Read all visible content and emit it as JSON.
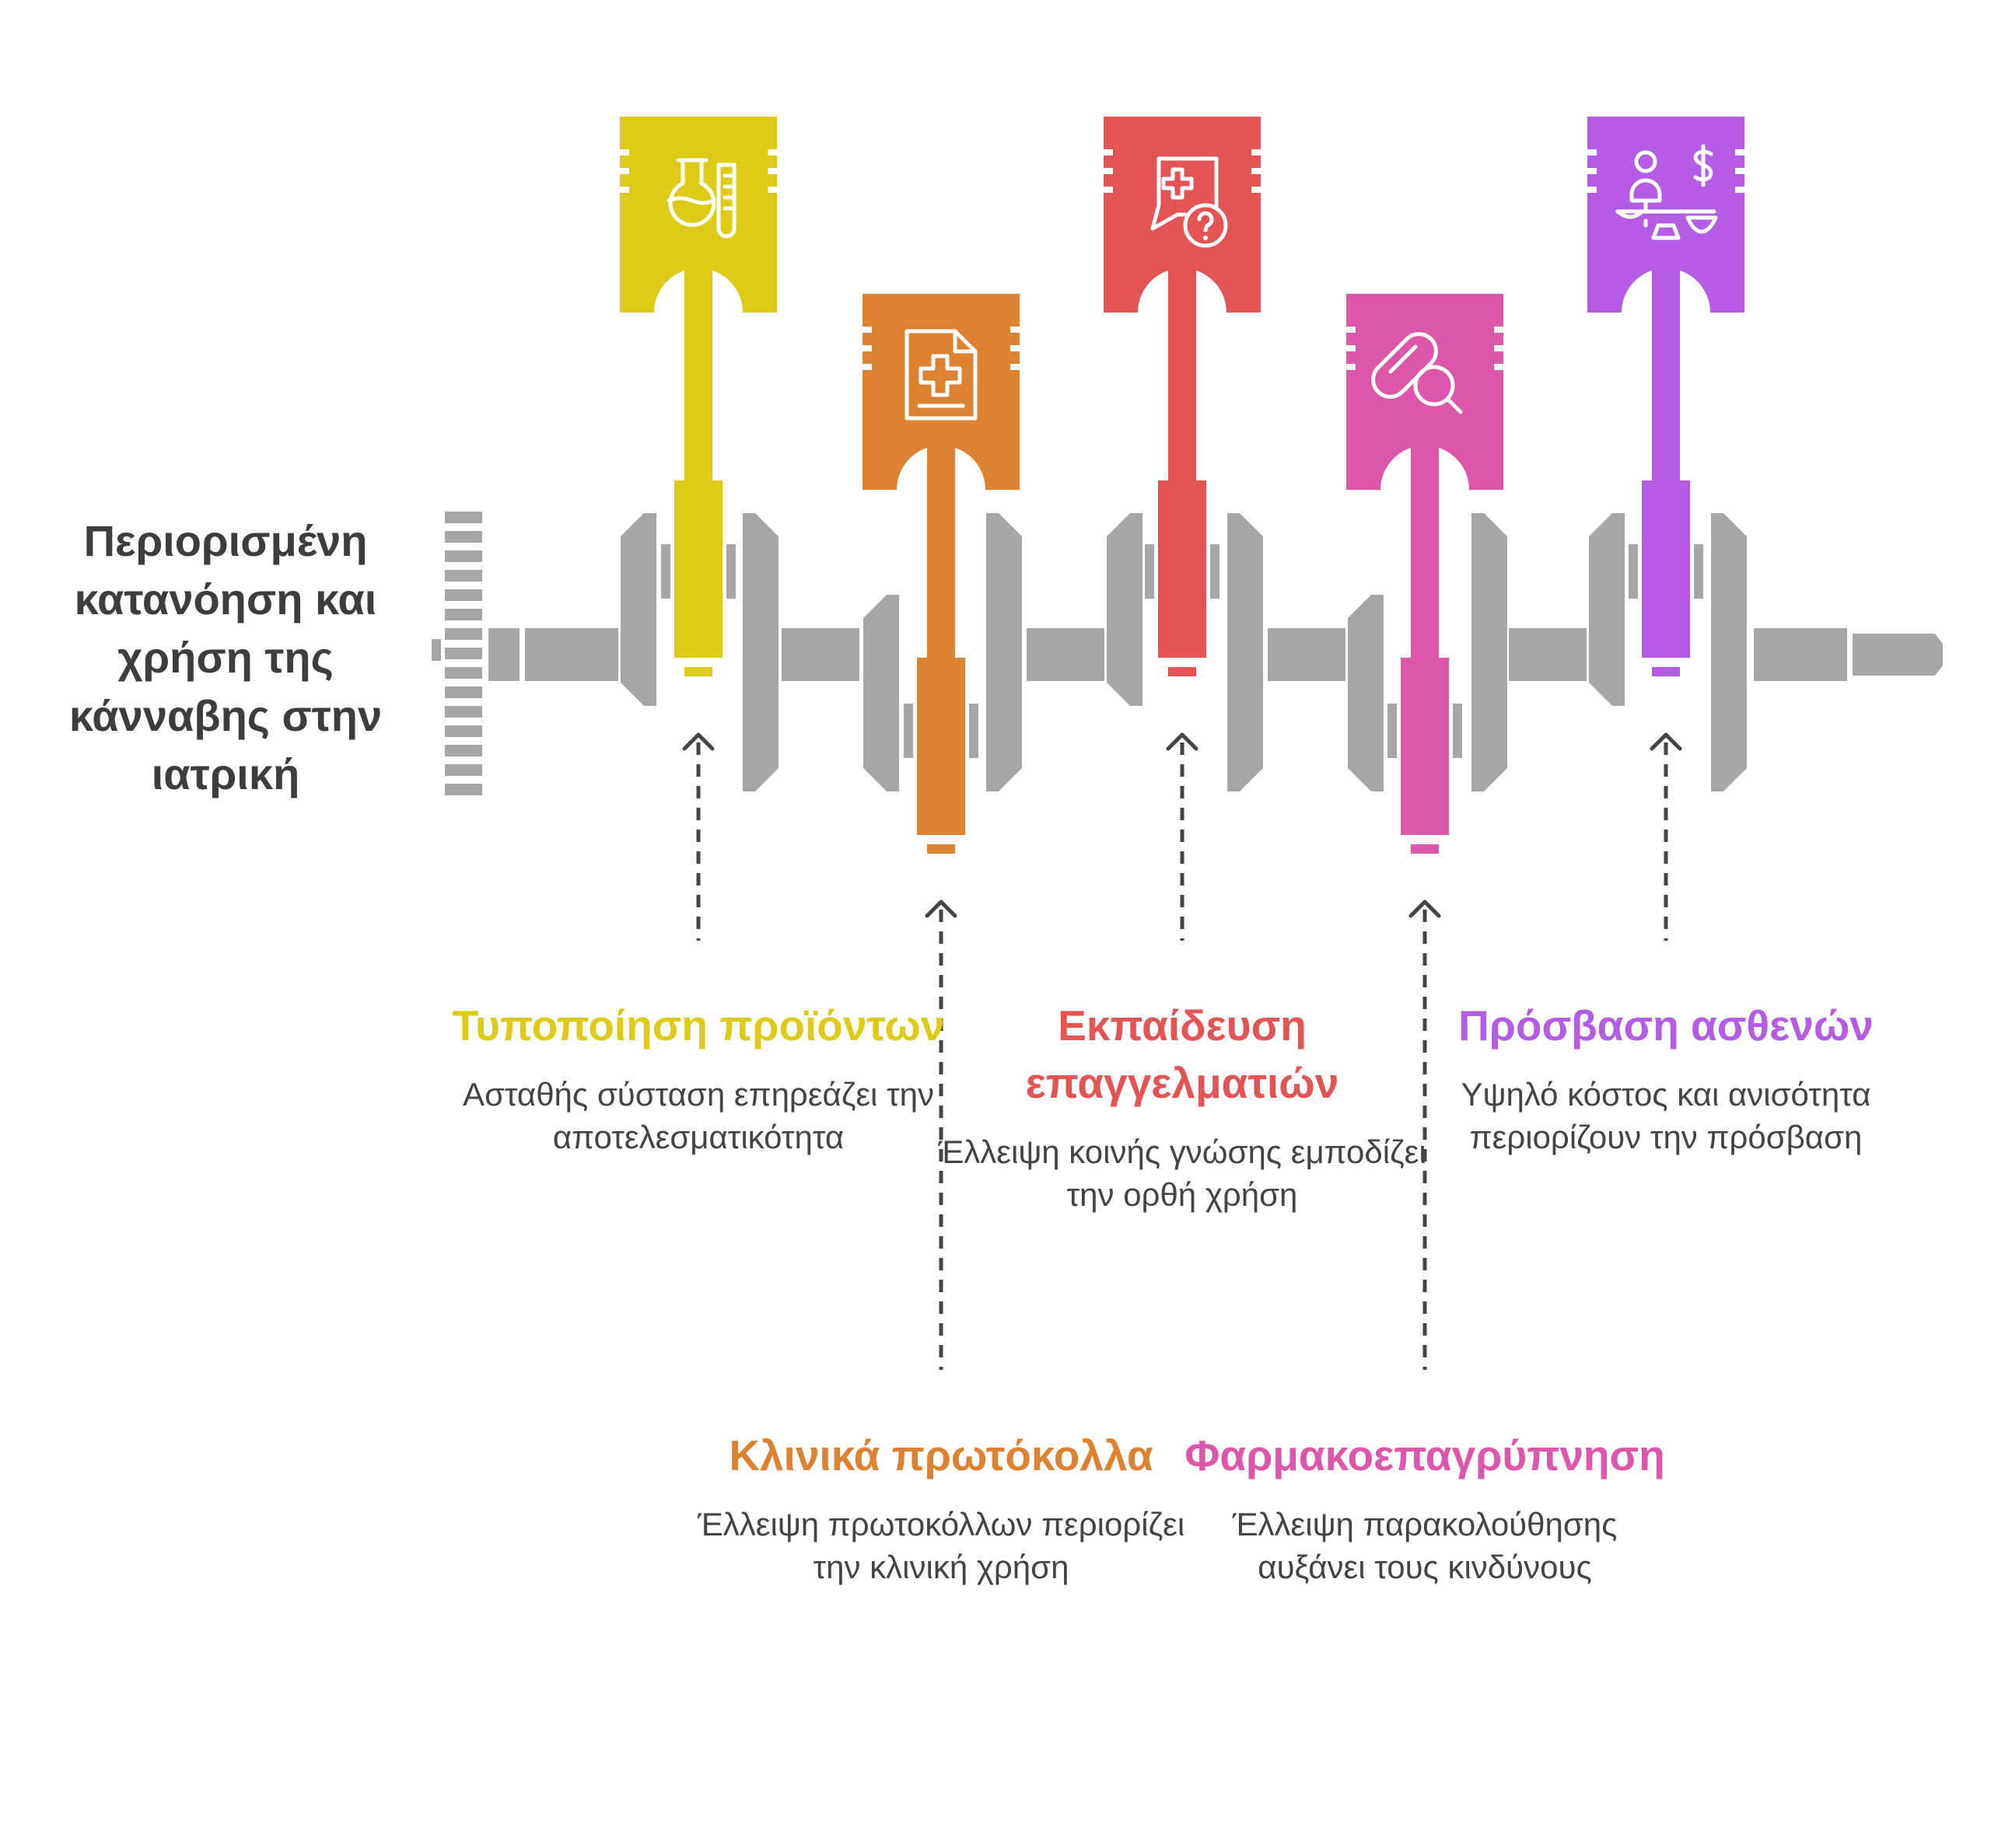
{
  "title": "Περιορισμένη κατανόηση και χρήση της κάνναβης στην ιατρική",
  "colors": {
    "shaft": "#a6a6a6",
    "yellow": "#ddcb17",
    "orange": "#dd8230",
    "red": "#e35454",
    "pink": "#dc56a9",
    "purple": "#b45ce3",
    "arrow": "#444444"
  },
  "pistons": [
    {
      "key": "yellow",
      "color": "#ddcb17",
      "icon": "flask-icon",
      "heading": "Τυποποίηση προϊόντων",
      "description": "Ασταθής σύσταση επηρεάζει την αποτελεσματικότητα"
    },
    {
      "key": "orange",
      "color": "#dd8230",
      "icon": "medical-document-icon",
      "heading": "Κλινικά πρωτόκολλα",
      "description": "Έλλειψη πρωτοκόλλων περιορίζει την κλινική χρήση"
    },
    {
      "key": "red",
      "color": "#e35454",
      "icon": "medical-question-icon",
      "heading": "Εκπαίδευση επαγγελματιών",
      "description": "Έλλειψη κοινής γνώσης εμποδίζει την ορθή χρήση"
    },
    {
      "key": "pink",
      "color": "#dc56a9",
      "icon": "pill-search-icon",
      "heading": "Φαρμακοεπαγρύπνηση",
      "description": "Έλλειψη παρακολούθησης αυξάνει τους κινδύνους"
    },
    {
      "key": "purple",
      "color": "#b45ce3",
      "icon": "scale-cost-icon",
      "heading": "Πρόσβαση ασθενών",
      "description": "Υψηλό κόστος και ανισότητα περιορίζουν την πρόσβαση"
    }
  ]
}
